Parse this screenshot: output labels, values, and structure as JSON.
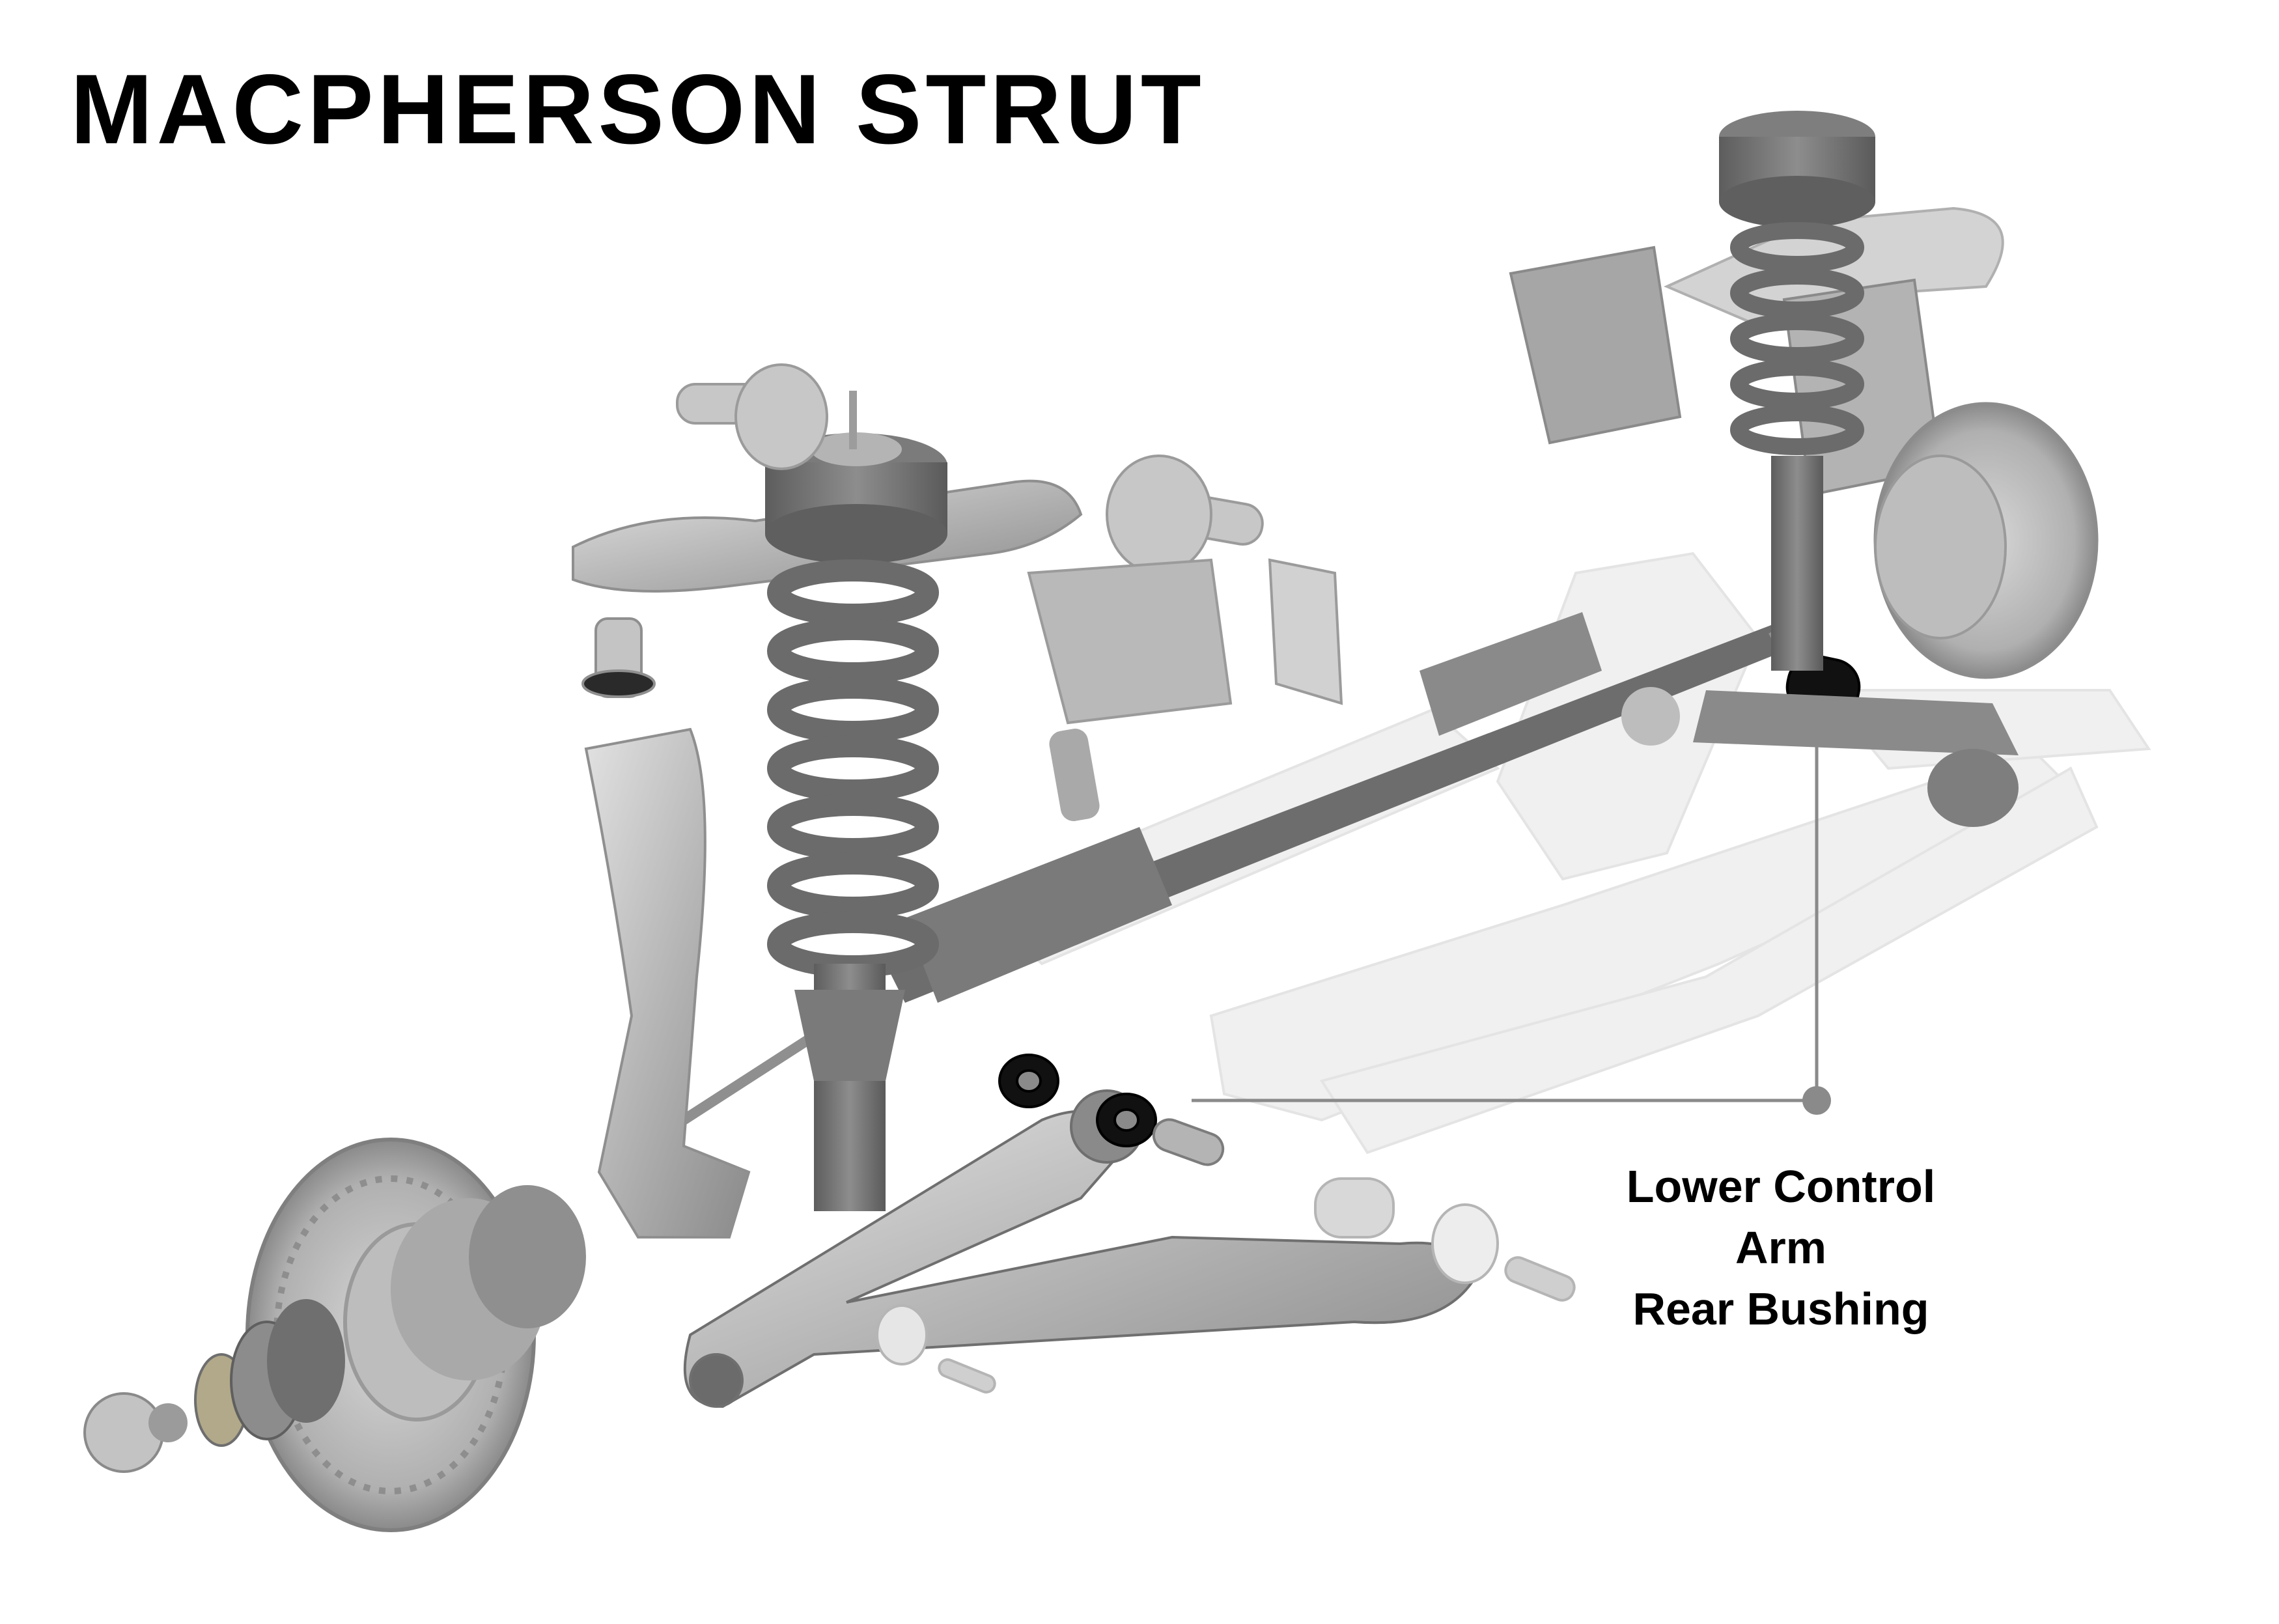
{
  "title": "MACPHERSON STRUT",
  "callout": {
    "line1": "Lower Control Arm",
    "line2": "Rear Bushing"
  },
  "colors": {
    "background": "#ffffff",
    "text": "#000000",
    "metal_light": "#c9c9c9",
    "metal_mid": "#9a9a9a",
    "metal_dark": "#6e6e6e",
    "ghost_part": "#e6e6e6",
    "bushing": "#111111",
    "leader_line": "#8a8a8a"
  }
}
